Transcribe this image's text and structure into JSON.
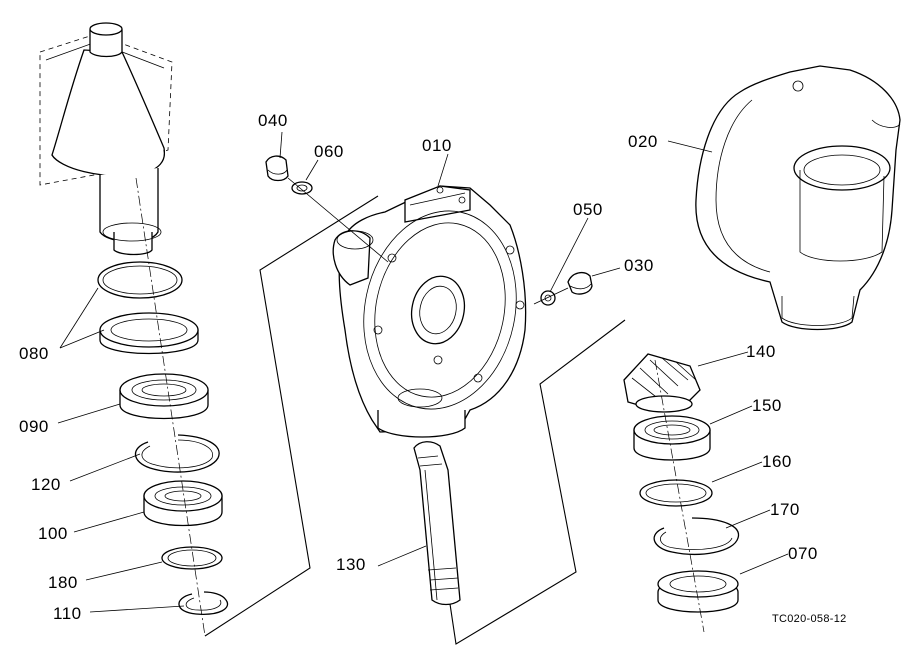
{
  "labels": {
    "p010": "010",
    "p020": "020",
    "p030": "030",
    "p040": "040",
    "p050": "050",
    "p060": "060",
    "p070": "070",
    "p080": "080",
    "p090": "090",
    "p100": "100",
    "p110": "110",
    "p120": "120",
    "p130": "130",
    "p140": "140",
    "p150": "150",
    "p160": "160",
    "p170": "170",
    "p180": "180"
  },
  "figure_code": "TC020-058-12"
}
